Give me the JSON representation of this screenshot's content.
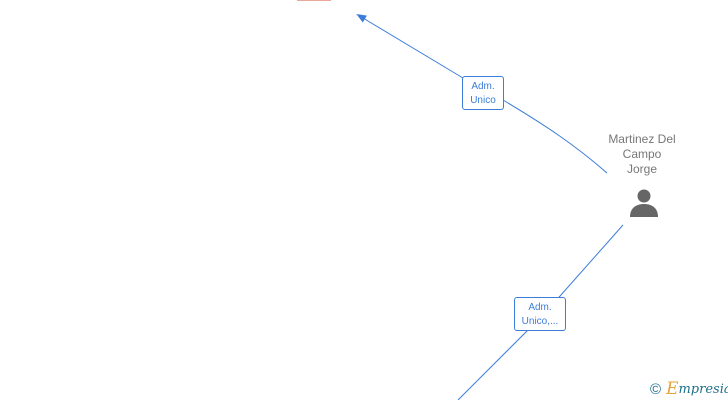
{
  "node": {
    "name_lines": [
      "Martinez Del",
      "Campo",
      "Jorge"
    ],
    "icon": "person-icon"
  },
  "edges": [
    {
      "label_lines": [
        "Adm.",
        "Unico"
      ]
    },
    {
      "label_lines": [
        "Adm.",
        "Unico,..."
      ]
    }
  ],
  "footer": {
    "copyright_symbol": "©",
    "brand_initial": "E",
    "brand_rest": "mpresia"
  },
  "colors": {
    "edge": "#3b7dd8",
    "node_text": "#777777",
    "icon": "#666666",
    "brand": "#1f6f8b",
    "brand_accent": "#e5a43a"
  }
}
